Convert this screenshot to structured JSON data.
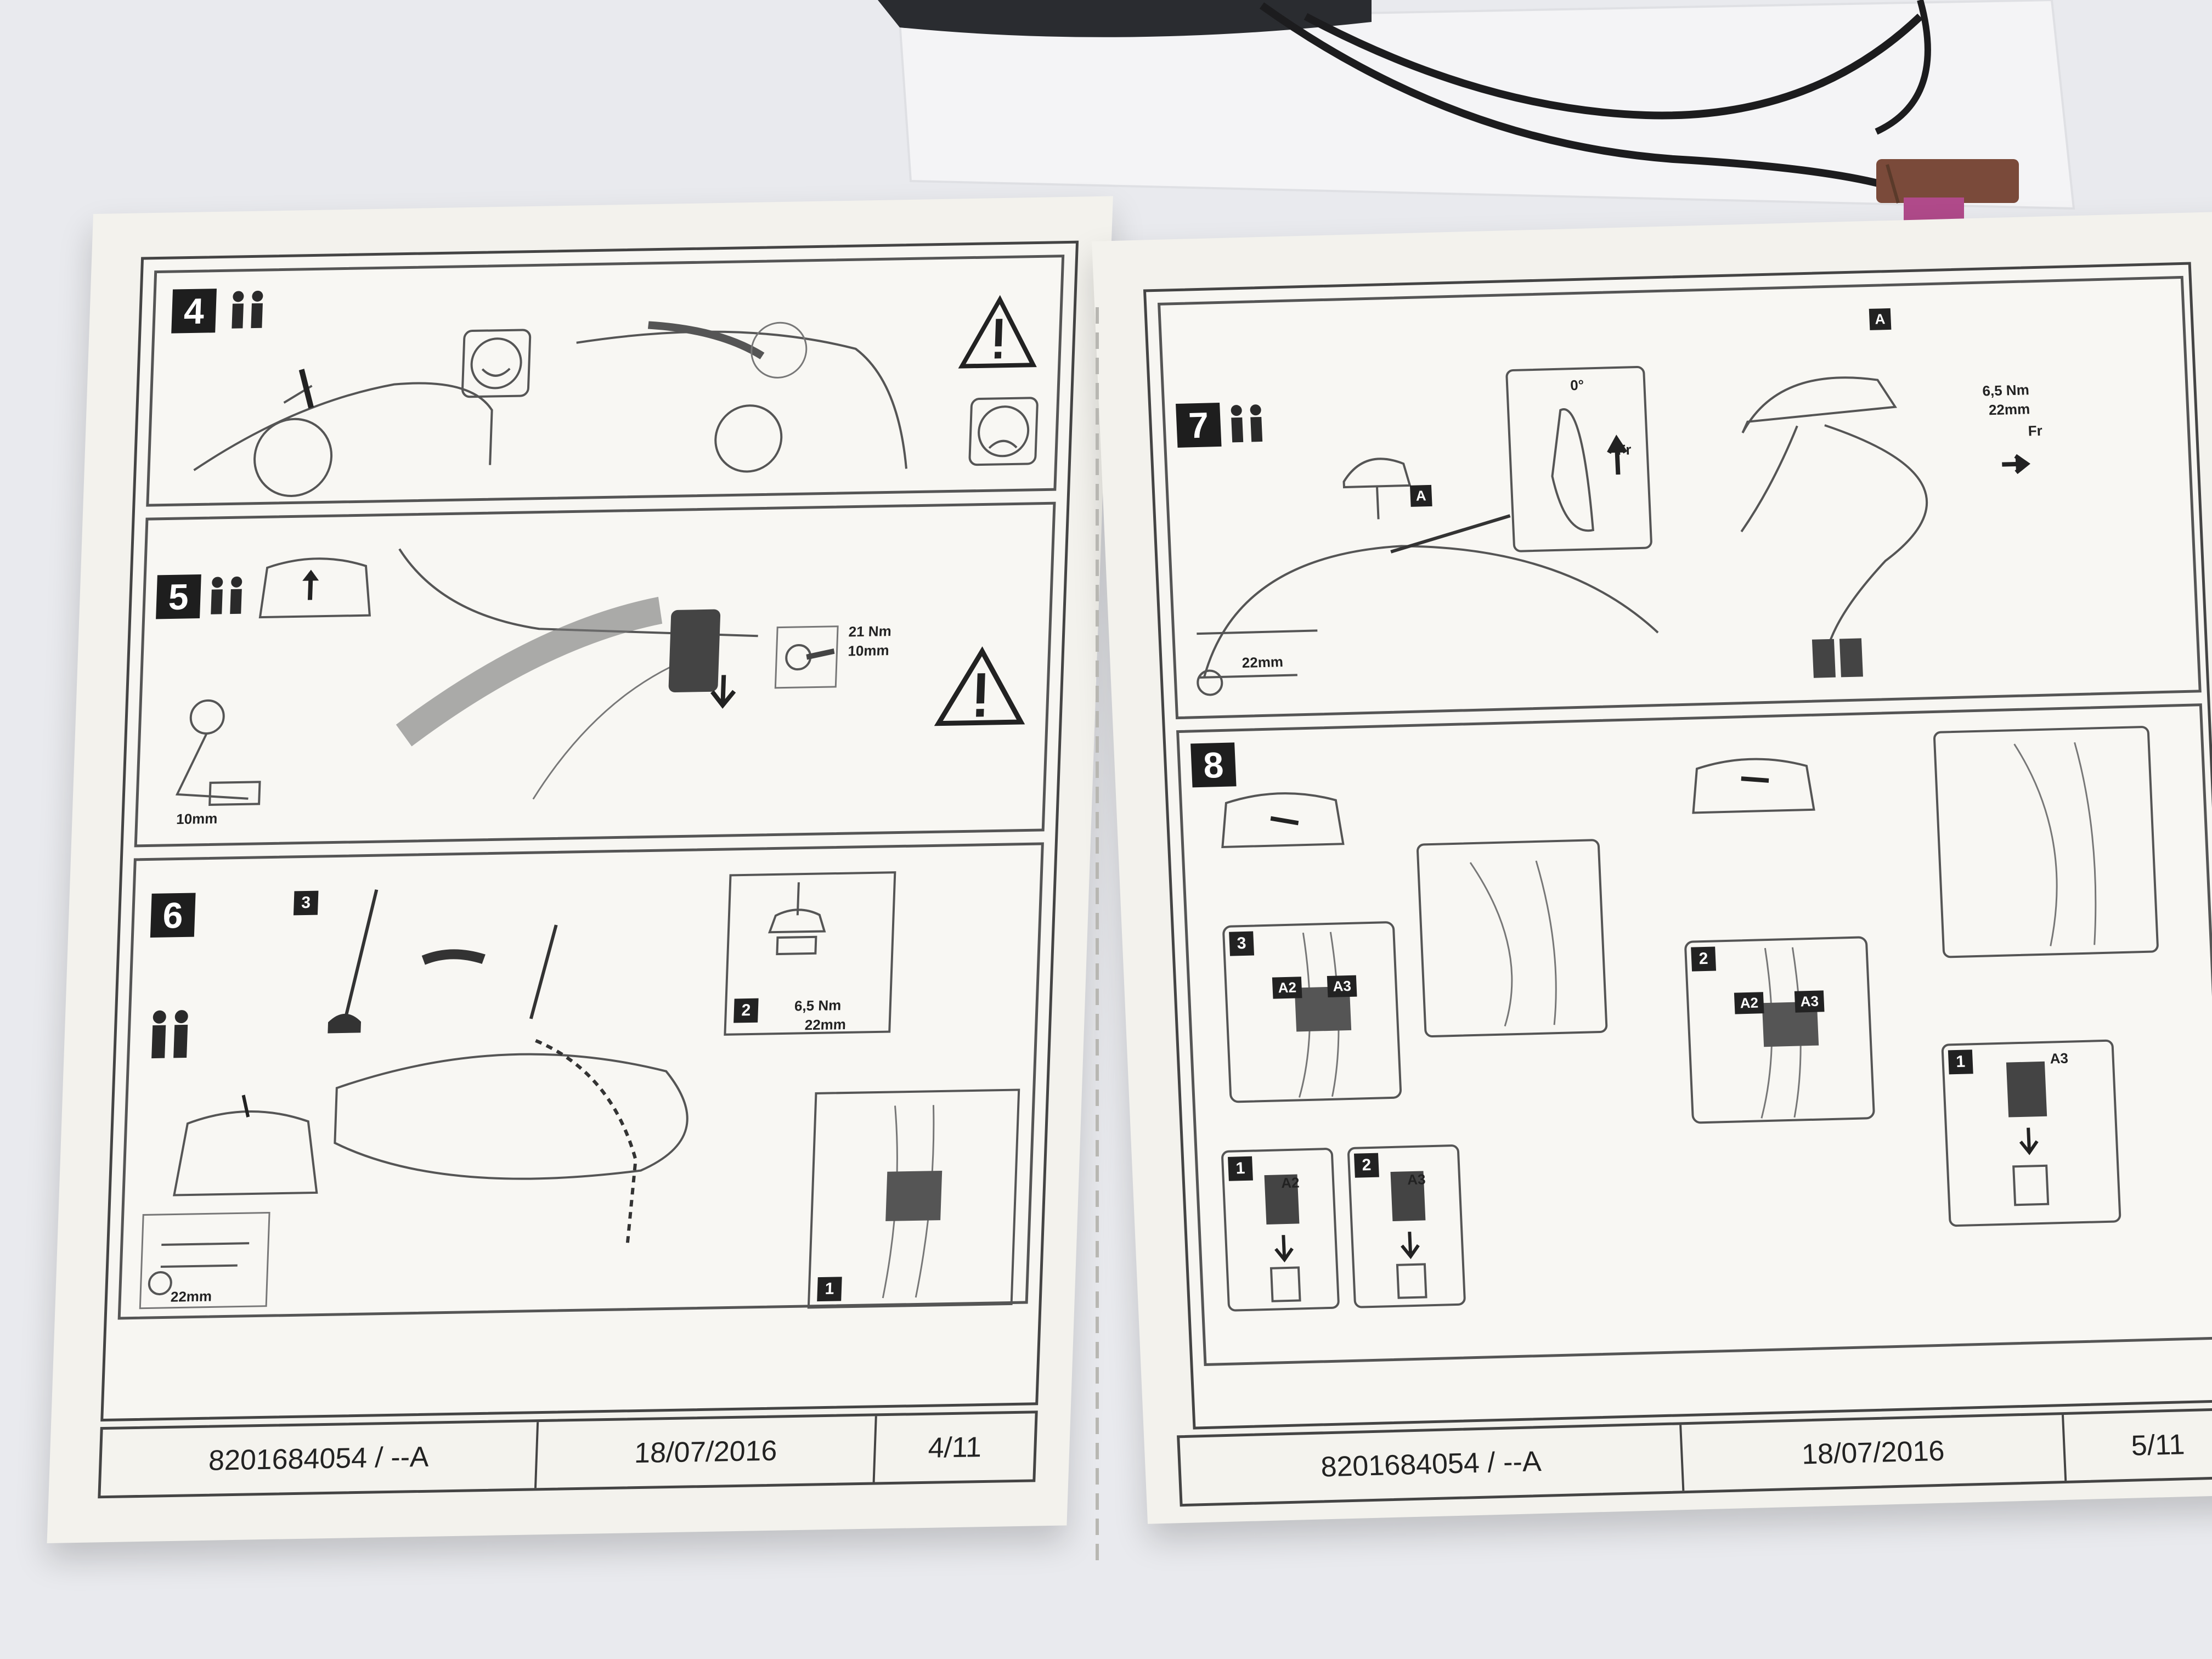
{
  "left_page": {
    "steps": [
      {
        "number": "4"
      },
      {
        "number": "5",
        "torque": "21 Nm",
        "wrench": "10mm",
        "tool": "10mm"
      },
      {
        "number": "6",
        "sub1": "1",
        "sub2": "2",
        "sub3": "3",
        "torque": "6,5 Nm",
        "wrench": "22mm",
        "tool": "22mm"
      }
    ],
    "footer": {
      "ref": "8201684054 / --A",
      "date": "18/07/2016",
      "page": "4/11"
    }
  },
  "right_page": {
    "steps": [
      {
        "number": "7",
        "tag_a": "A",
        "tag_a2": "A",
        "angle": "0°",
        "fr": "Fr",
        "fr2": "Fr",
        "torque": "6,5 Nm",
        "wrench": "22mm",
        "tool": "22mm"
      },
      {
        "number": "8",
        "sub1": "1",
        "sub2": "2",
        "sub3": "3",
        "subR1": "1",
        "subR2": "2",
        "a2": "A2",
        "a3": "A3",
        "a2b": "A2",
        "a3b": "A3",
        "a2c": "A2",
        "a3c": "A3",
        "a3d": "A3"
      }
    ],
    "footer": {
      "ref": "8201684054 / --A",
      "date": "18/07/2016",
      "page": "5/11"
    }
  },
  "colors": {
    "background": "#e9eaee",
    "paper": "#f3f2ed",
    "ink": "#222222",
    "connector": "#7a4a3a",
    "connector_pink": "#b04a8a"
  }
}
